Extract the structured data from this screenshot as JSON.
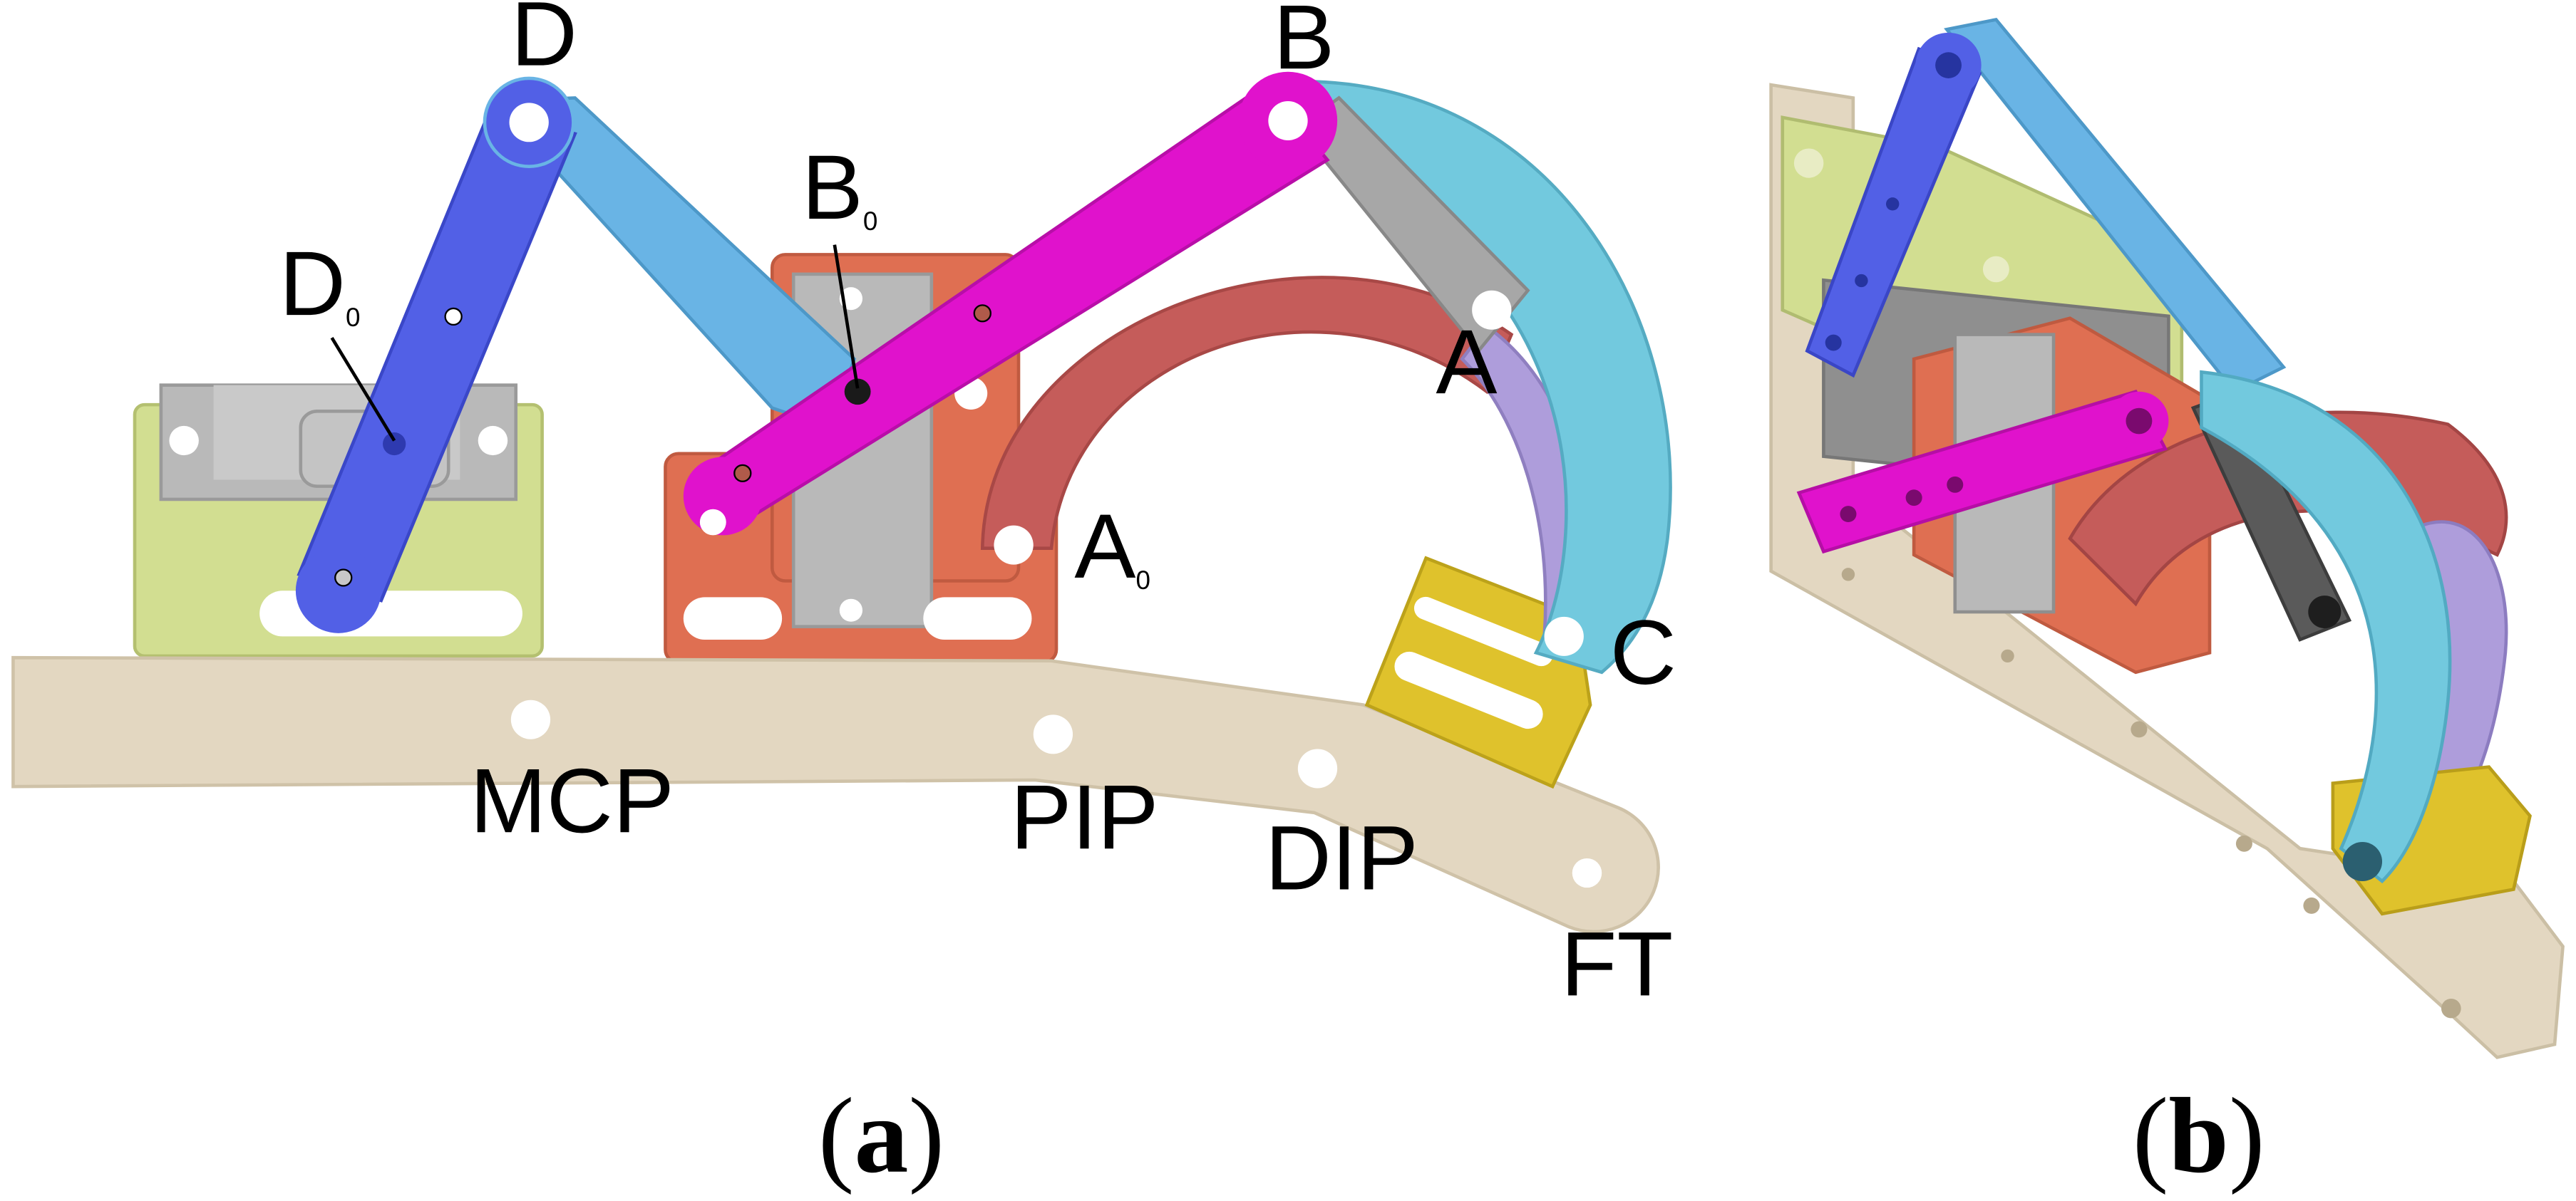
{
  "labels": {
    "D": "D",
    "D0_main": "D",
    "D0_sub": "0",
    "B": "B",
    "B0_main": "B",
    "B0_sub": "0",
    "A": "A",
    "A0_main": "A",
    "A0_sub": "0",
    "C": "C",
    "MCP": "MCP",
    "PIP": "PIP",
    "DIP": "DIP",
    "FT": "FT"
  },
  "captions": {
    "a_open": "(",
    "a_letter": "a",
    "a_close": ")",
    "b_open": "(",
    "b_letter": "b",
    "b_close": ")"
  },
  "colors": {
    "base_plate": "#e3d7c1",
    "link_D": "#5260e6",
    "coupler_light_blue": "#69b4e5",
    "link_B": "#e012cc",
    "arc_link_cyan": "#72c9de",
    "gray_link": "#a7a7a7",
    "red_arc": "#c55c5a",
    "purple_arc": "#ae9ddb",
    "servo_bracket_green": "#d2de91",
    "servo_bracket_orange": "#df6f52",
    "yellow_bracket": "#dfc22c",
    "servo_gray": "#b9b9b9"
  }
}
